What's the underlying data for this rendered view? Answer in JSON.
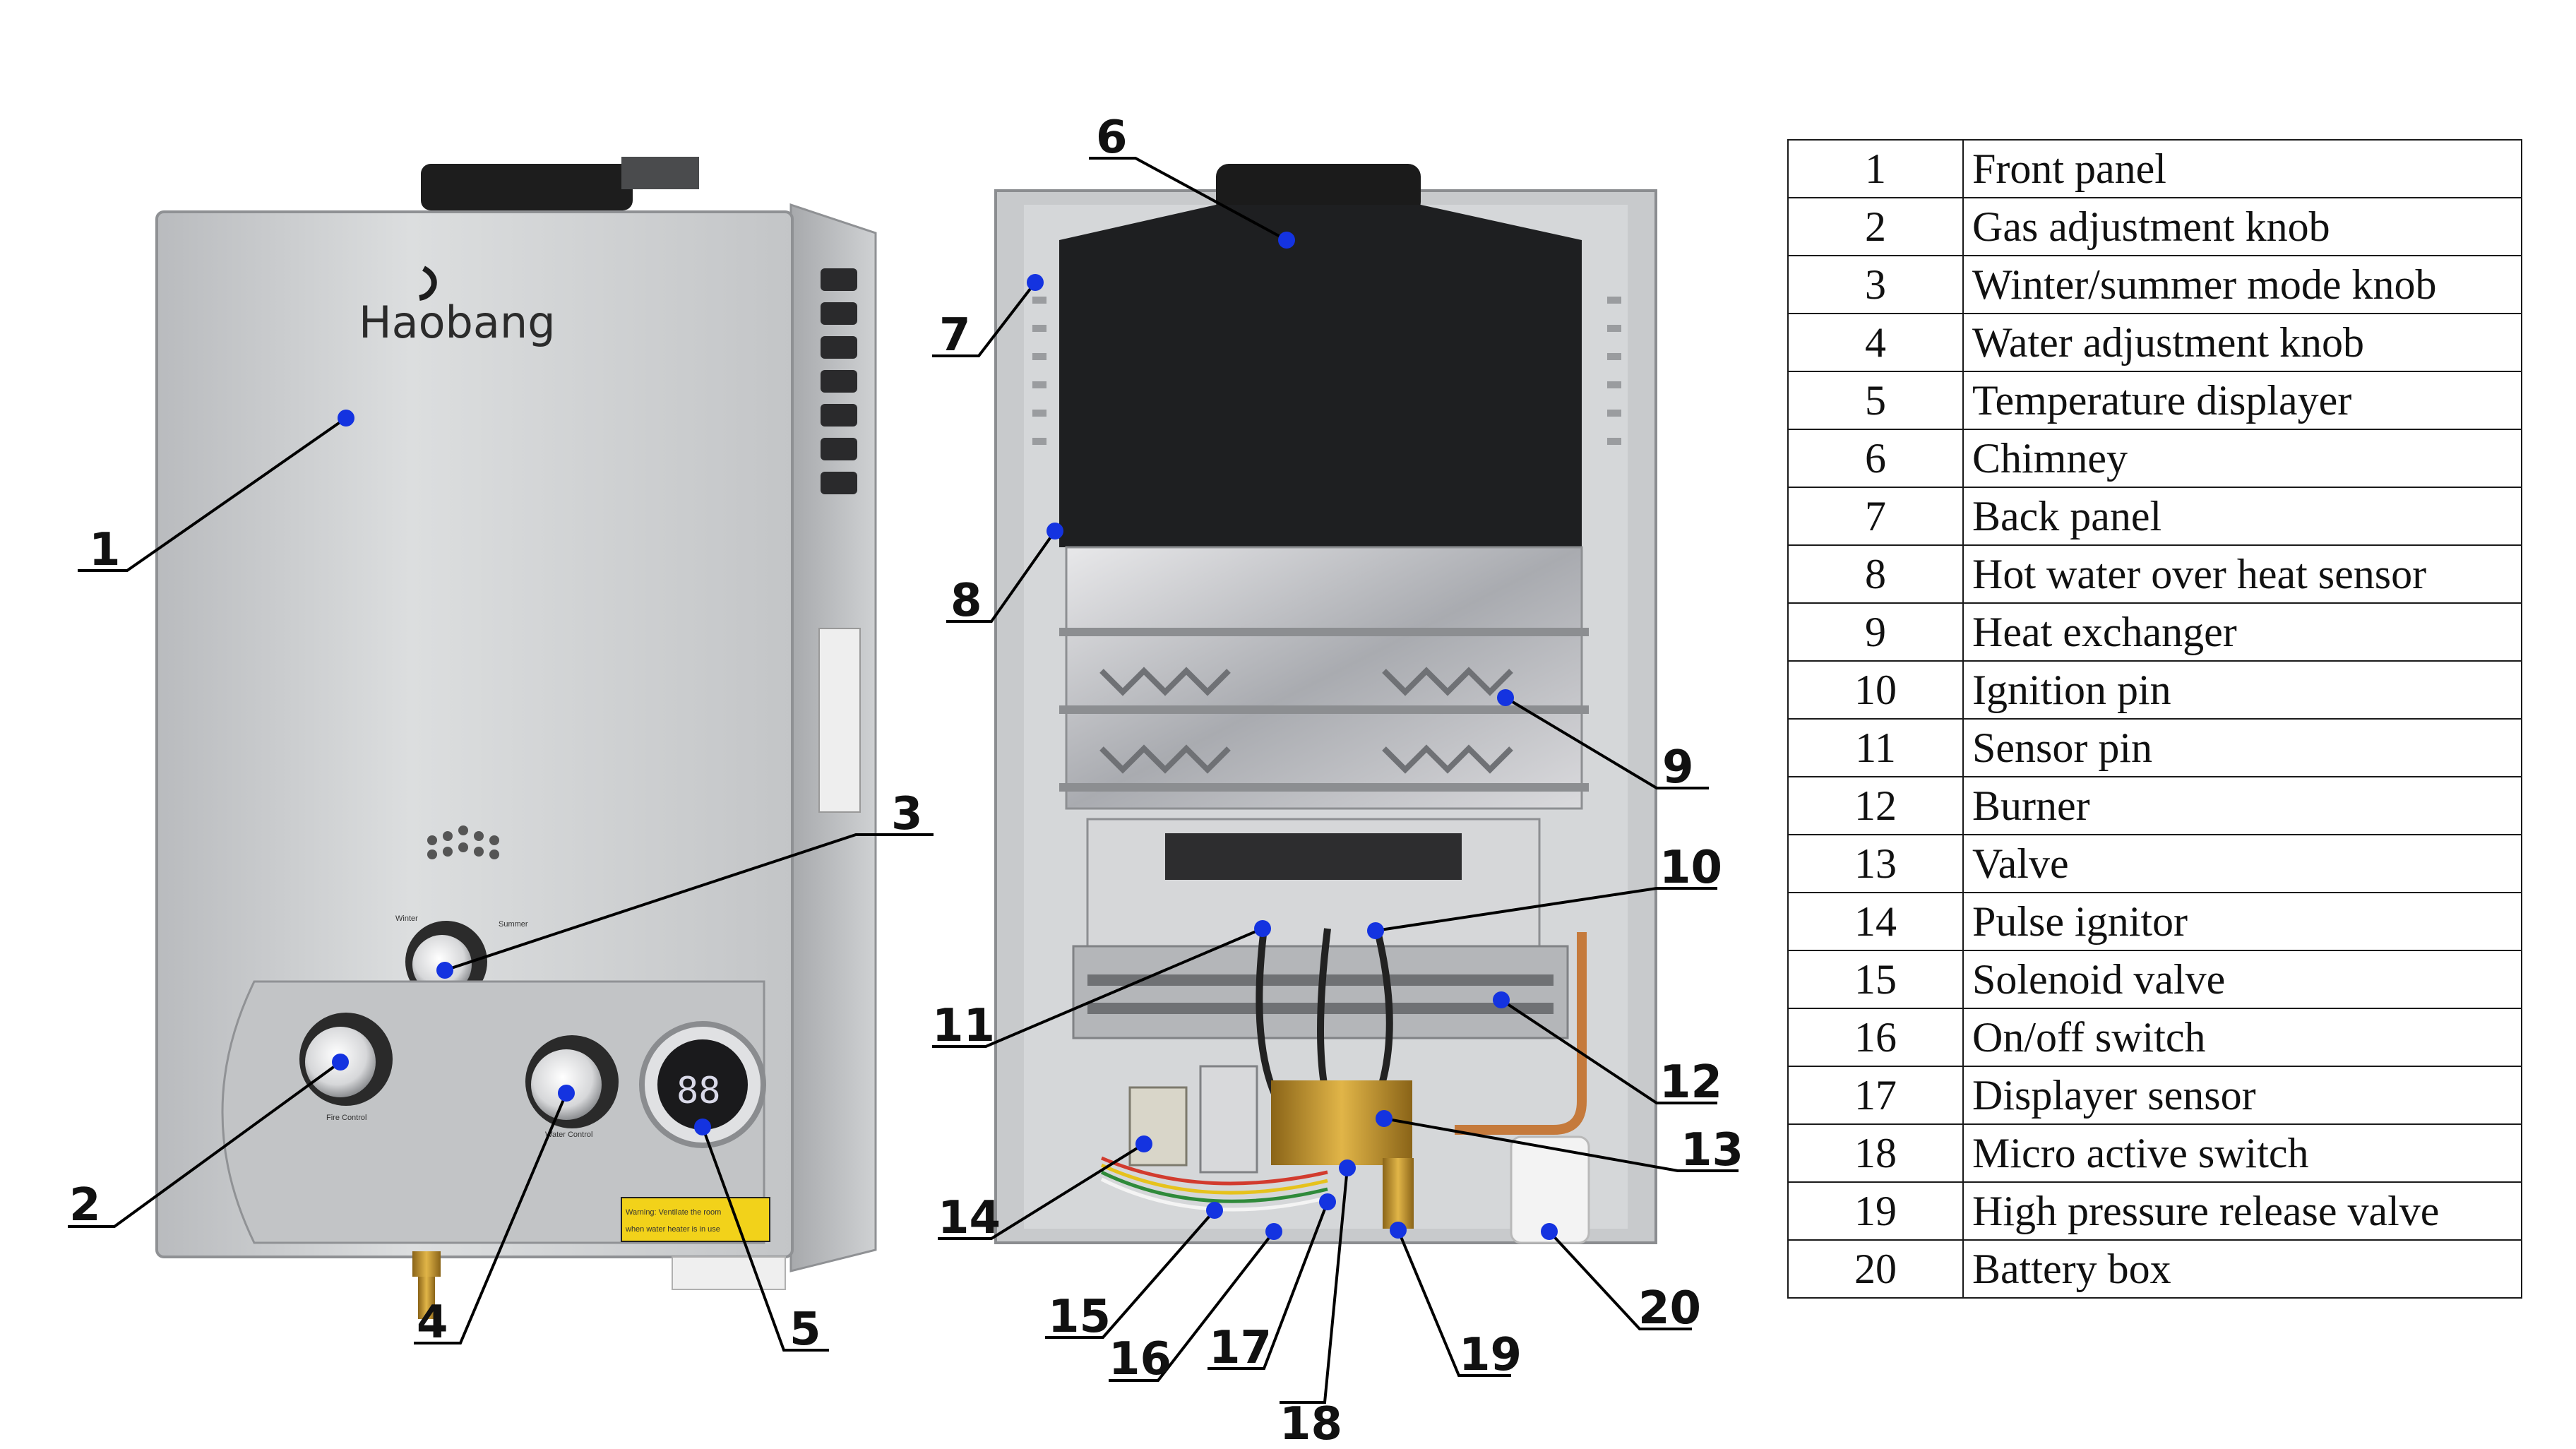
{
  "brand": "Haobang",
  "front_unit": {
    "dial_labels": {
      "winter": "Winter",
      "summer": "Summer",
      "fire": "Fire Control",
      "water": "Water Control"
    },
    "display_value": "88",
    "warning": {
      "line1": "Warning: Ventilate the room",
      "line2": "when water heater is in use"
    }
  },
  "callouts": [
    "1",
    "2",
    "3",
    "4",
    "5",
    "6",
    "7",
    "8",
    "9",
    "10",
    "11",
    "12",
    "13",
    "14",
    "15",
    "16",
    "17",
    "18",
    "19",
    "20"
  ],
  "parts": [
    {
      "num": "1",
      "label": "Front panel"
    },
    {
      "num": "2",
      "label": "Gas adjustment knob"
    },
    {
      "num": "3",
      "label": "Winter/summer mode knob"
    },
    {
      "num": "4",
      "label": "Water adjustment knob"
    },
    {
      "num": "5",
      "label": "Temperature displayer"
    },
    {
      "num": "6",
      "label": "Chimney"
    },
    {
      "num": "7",
      "label": "Back panel"
    },
    {
      "num": "8",
      "label": "Hot water over heat sensor"
    },
    {
      "num": "9",
      "label": "Heat exchanger"
    },
    {
      "num": "10",
      "label": "Ignition pin"
    },
    {
      "num": "11",
      "label": "Sensor pin"
    },
    {
      "num": "12",
      "label": "Burner"
    },
    {
      "num": "13",
      "label": "Valve"
    },
    {
      "num": "14",
      "label": "Pulse ignitor"
    },
    {
      "num": "15",
      "label": "Solenoid valve"
    },
    {
      "num": "16",
      "label": "On/off switch"
    },
    {
      "num": "17",
      "label": "Displayer sensor"
    },
    {
      "num": "18",
      "label": "Micro active switch"
    },
    {
      "num": "19",
      "label": "High pressure release valve"
    },
    {
      "num": "20",
      "label": "Battery box"
    }
  ],
  "colors": {
    "marker": "#1433e0",
    "steel": "#c9cbcd",
    "chimney": "#1b1b1b"
  }
}
